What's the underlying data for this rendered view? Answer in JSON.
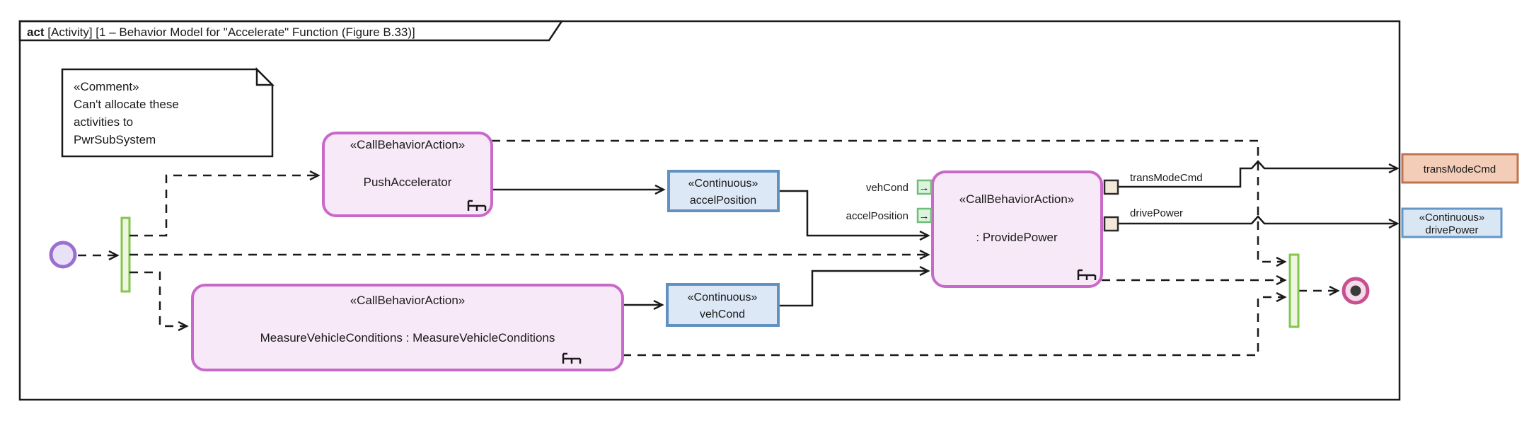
{
  "frame": {
    "title_keyword": "act",
    "title_rest": " [Activity]  [1 – Behavior Model for \"Accelerate\" Function (Figure B.33)]"
  },
  "comment": {
    "stereotype": "«Comment»",
    "lines": [
      "Can't allocate these",
      "activities to",
      "PwrSubSystem"
    ]
  },
  "actions": {
    "push_accelerator": {
      "stereotype": "«CallBehaviorAction»",
      "name": "PushAccelerator"
    },
    "measure_vehicle_conditions": {
      "stereotype": "«CallBehaviorAction»",
      "name": "MeasureVehicleConditions : MeasureVehicleConditions"
    },
    "provide_power": {
      "stereotype": "«CallBehaviorAction»",
      "name": ": ProvidePower"
    }
  },
  "object_nodes": {
    "accel_position": {
      "stereotype": "«Continuous»",
      "name": "accelPosition"
    },
    "veh_cond": {
      "stereotype": "«Continuous»",
      "name": "vehCond"
    },
    "drive_power_out": {
      "stereotype": "«Continuous»",
      "name": "drivePower"
    },
    "trans_mode_cmd_out": {
      "name": "transModeCmd"
    }
  },
  "pins": {
    "veh_cond_in_label": "vehCond",
    "accel_position_in_label": "accelPosition",
    "trans_mode_cmd_out_label": "transModeCmd",
    "drive_power_out_label": "drivePower",
    "input_arrow_glyph": "→"
  },
  "colors": {
    "action_fill": "#f8e9f8",
    "action_border": "#c869c9",
    "object_fill": "#dce8f6",
    "object_border": "#6191c1",
    "command_fill": "#f4cdb9",
    "command_border": "#bf7350",
    "fork_join_fill": "#eef6e2",
    "fork_join_border": "#84c54e",
    "initial_fill": "#e9e2f6",
    "initial_border": "#9b6fd0",
    "final_ring": "#c85090",
    "final_fill": "#f6dcea",
    "final_dot": "#3b3b3b",
    "pin_in_fill": "#dcf3dd",
    "pin_in_border": "#6fbe77",
    "pin_out_fill": "#f3e9d8",
    "line": "#1a1a1a"
  }
}
